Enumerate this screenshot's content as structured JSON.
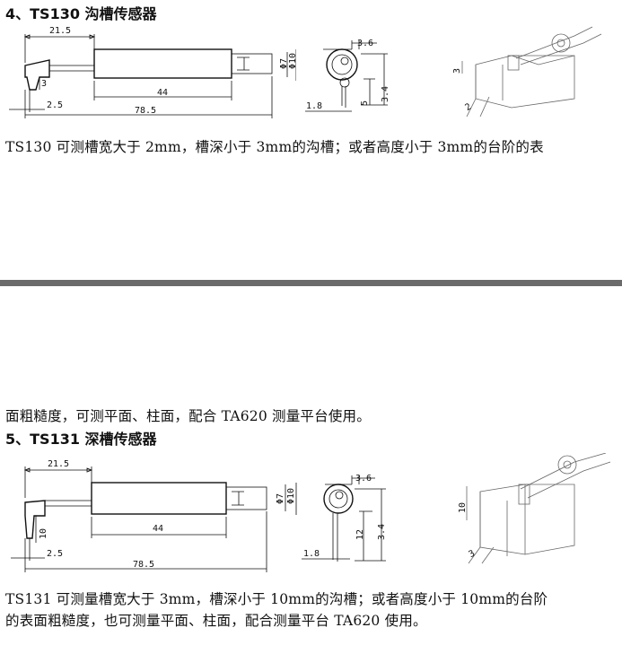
{
  "section4": {
    "title": "4、TS130 沟槽传感器",
    "dims": {
      "len_top": "21.5",
      "shaft": "44",
      "total": "78.5",
      "tip": "2.5",
      "tip_h": "3",
      "phi7": "Φ7",
      "phi10": "Φ10",
      "w": "3.6",
      "off": "1.8",
      "h1": "5",
      "h2": "3.4",
      "iso_a": "3",
      "iso_b": "2"
    },
    "line1": "TS130 可测槽宽大于 2mm，槽深小于 3mm的沟槽；或者高度小于 3mm的台阶的表"
  },
  "section5": {
    "line0": "面粗糙度，可测平面、柱面，配合 TA620 测量平台使用。",
    "title": "5、TS131 深槽传感器",
    "dims": {
      "len_top": "21.5",
      "shaft": "44",
      "total": "78.5",
      "tip": "2.5",
      "tip_h": "10",
      "phi7": "Φ7",
      "phi10": "Φ10",
      "w": "3.6",
      "off": "1.8",
      "h1": "12",
      "h2": "3.4",
      "iso_a": "10",
      "iso_b": "3"
    },
    "line1": "TS131 可测量槽宽大于 3mm，槽深小于 10mm的沟槽；或者高度小于 10mm的台阶",
    "line2": "的表面粗糙度，也可测量平面、柱面，配合测量平台 TA620 使用。"
  }
}
